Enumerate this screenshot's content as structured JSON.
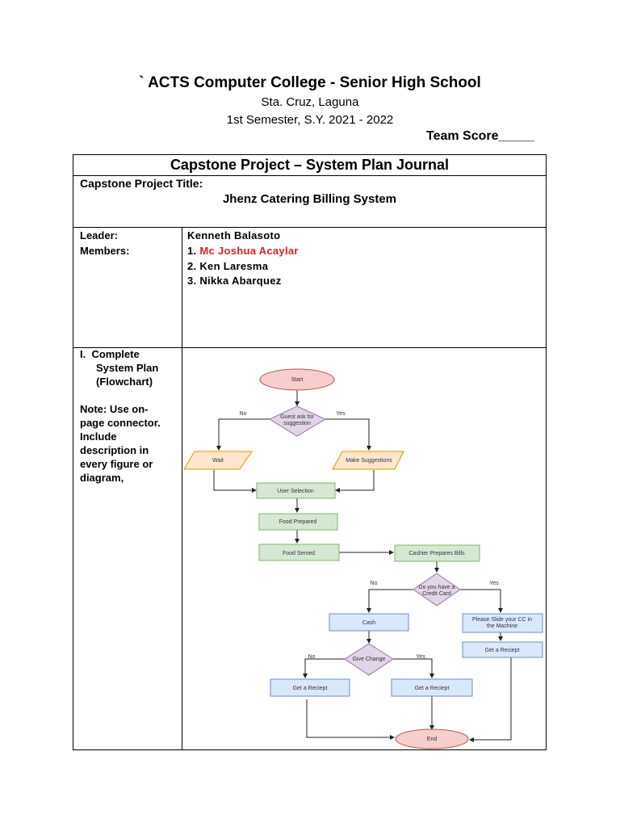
{
  "header": {
    "school": "` ACTS Computer College - Senior High School",
    "address": "Sta. Cruz, Laguna",
    "semester": "1st Semester, S.Y. 2021 - 2022",
    "team_score": "Team Score_____"
  },
  "journal": {
    "title": "Capstone Project – System Plan Journal",
    "project_title_label": "Capstone Project Title:",
    "project_title": "Jhenz Catering Billing System",
    "leader_label": "Leader:",
    "leader": "Kenneth Balasoto",
    "members_label": "Members:",
    "members": [
      "1. ",
      "Mc Joshua Acaylar",
      "2. Ken Laresma",
      "3. Nikka Abarquez"
    ],
    "section": {
      "number": "I.",
      "title_lines": [
        "Complete",
        "System Plan",
        "(Flowchart)"
      ],
      "note_lines": [
        "Note: Use on-",
        "page connector.",
        "Include",
        "description in",
        "every figure or",
        "diagram,"
      ]
    }
  },
  "flowchart": {
    "start": "Start",
    "q1": [
      "Guest ask for",
      "suggestion"
    ],
    "no": "No",
    "yes": "Yes",
    "wait": "Wait",
    "make_suggestions": "Make Suggestions",
    "user_selection": "User Selection",
    "food_prepared": "Food Prepared",
    "food_served": "Food Served",
    "cashier": "Cashier Prepares Bills",
    "q2": [
      "Do you have a",
      "Credit Card"
    ],
    "cash": "Cash",
    "slide_cc": [
      "Please Slide your CC in",
      "the Machine"
    ],
    "get_receipt": "Get a Reciept",
    "give_change": "Give Change",
    "end": "End"
  },
  "colors": {
    "terminal_fill": "#f8cecc",
    "terminal_stroke": "#b85450",
    "decision_fill": "#e1d5e7",
    "decision_stroke": "#9673a6",
    "io_fill": "#ffe6cc",
    "io_stroke": "#d79b00",
    "process_fill": "#d5e8d4",
    "process_stroke": "#82b366",
    "blue_fill": "#dae8fc",
    "blue_stroke": "#6c8ebf",
    "member_highlight": "#e02020"
  }
}
